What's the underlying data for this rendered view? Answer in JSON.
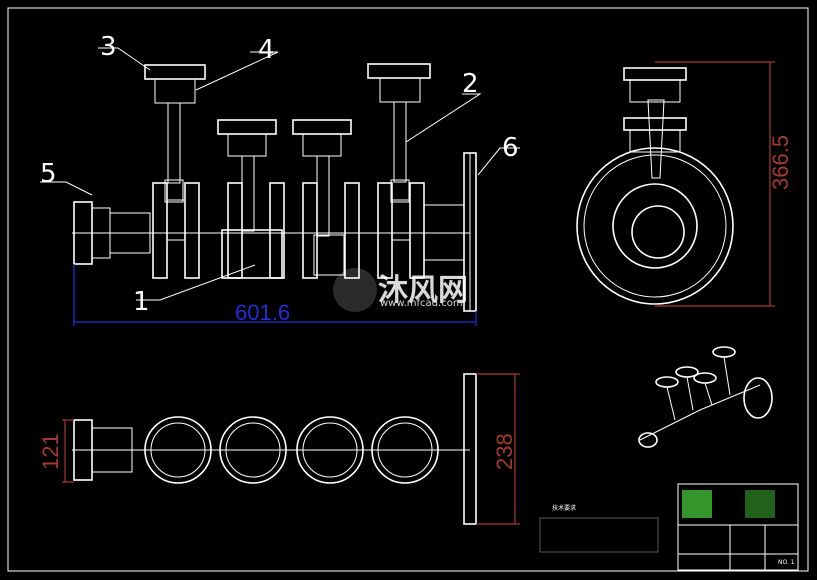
{
  "callouts": {
    "c1": "1",
    "c2": "2",
    "c3": "3",
    "c4": "4",
    "c5": "5",
    "c6": "6"
  },
  "dimensions": {
    "width_front": "601.6",
    "height_side": "366.5",
    "height_bottom_left": "121",
    "height_bottom_right": "238"
  },
  "watermark": {
    "brand_cn": "沐风网",
    "url": "www.mfcad.com"
  },
  "notes": {
    "title": "技术要求"
  },
  "title_block": {
    "sheet": "NO. 1"
  },
  "colors": {
    "background": "#000000",
    "lines": "#ffffff",
    "dim_blue": "#1c2fd6",
    "dim_red": "#a33b2b",
    "table_green": "#4cd63a"
  }
}
